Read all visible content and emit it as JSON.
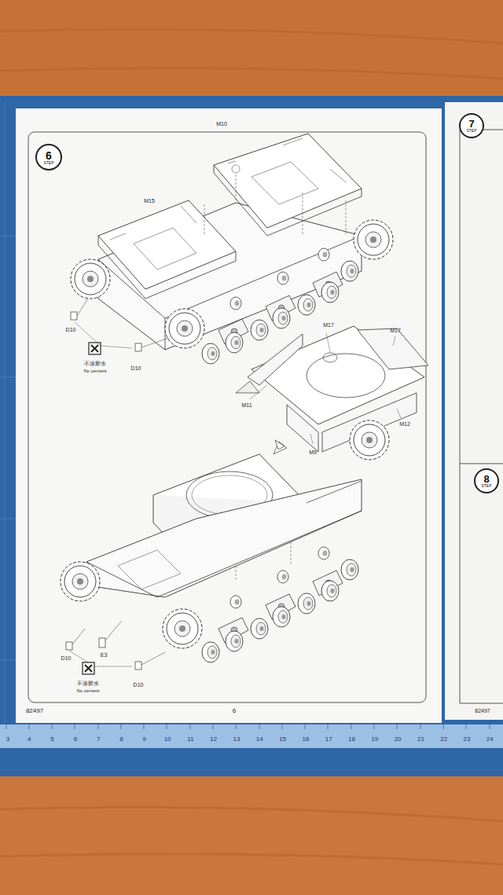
{
  "diagram": {
    "nodes": [
      {
        "text": [
          "6",
          "STEP"
        ]
      },
      {
        "text": [
          "7",
          "STEP"
        ]
      },
      {
        "text": [
          "8",
          "STEP"
        ]
      }
    ],
    "labels": [
      "M10",
      "M15",
      "D10",
      "不涂胶水",
      "No cement",
      "D10",
      "M17",
      "M17",
      "M11",
      "M12",
      "M9",
      "D10",
      "E3",
      "不涂胶水",
      "No cement",
      "D10",
      "82497",
      "6",
      "82497",
      "3",
      "4",
      "5",
      "6",
      "7",
      "8",
      "9",
      "10",
      "11",
      "12",
      "13",
      "14",
      "15",
      "16",
      "17",
      "18",
      "19",
      "20",
      "21",
      "22",
      "23",
      "24"
    ]
  }
}
